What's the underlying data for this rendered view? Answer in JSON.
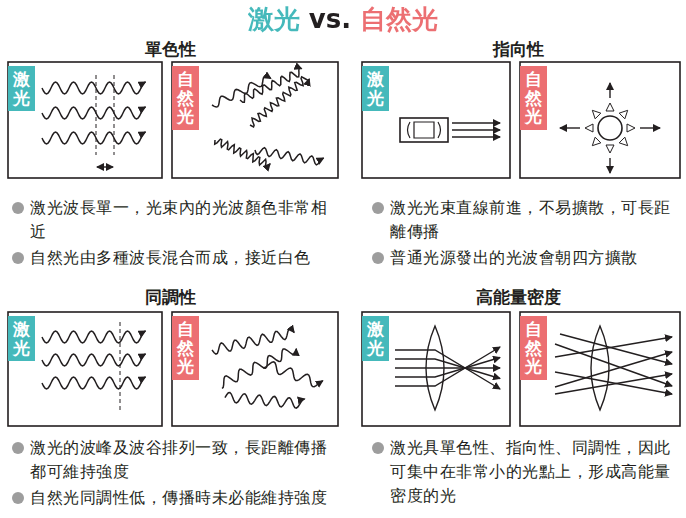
{
  "diagram": {
    "title": "激光 vs. 自然光",
    "nodes": [
      {
        "text": [
          "激光"
        ]
      },
      {
        "text": [
          "自然光"
        ]
      },
      {
        "text": [
          "激光"
        ]
      },
      {
        "text": [
          "自然光"
        ]
      },
      {
        "text": [
          "激光"
        ]
      },
      {
        "text": [
          "自然光"
        ]
      },
      {
        "text": [
          "激光"
        ]
      },
      {
        "text": [
          "自然光"
        ]
      }
    ],
    "labels": [
      "單色性",
      "激光波長單一，光束內的光波顏色非常相近",
      "自然光由多種波長混合而成，接近白色",
      "指向性",
      "激光光束直線前進，不易擴散，可長距離傳播",
      "普通光源發出的光波會朝四方擴散",
      "同調性",
      "激光的波峰及波谷排列一致，長距離傳播都可維持強度",
      "自然光同調性低，傳播時未必能維持強度",
      "高能量密度",
      "激光具單色性、指向性、同調性，因此可集中在非常小的光點上，形成高能量密度的光"
    ]
  }
}
